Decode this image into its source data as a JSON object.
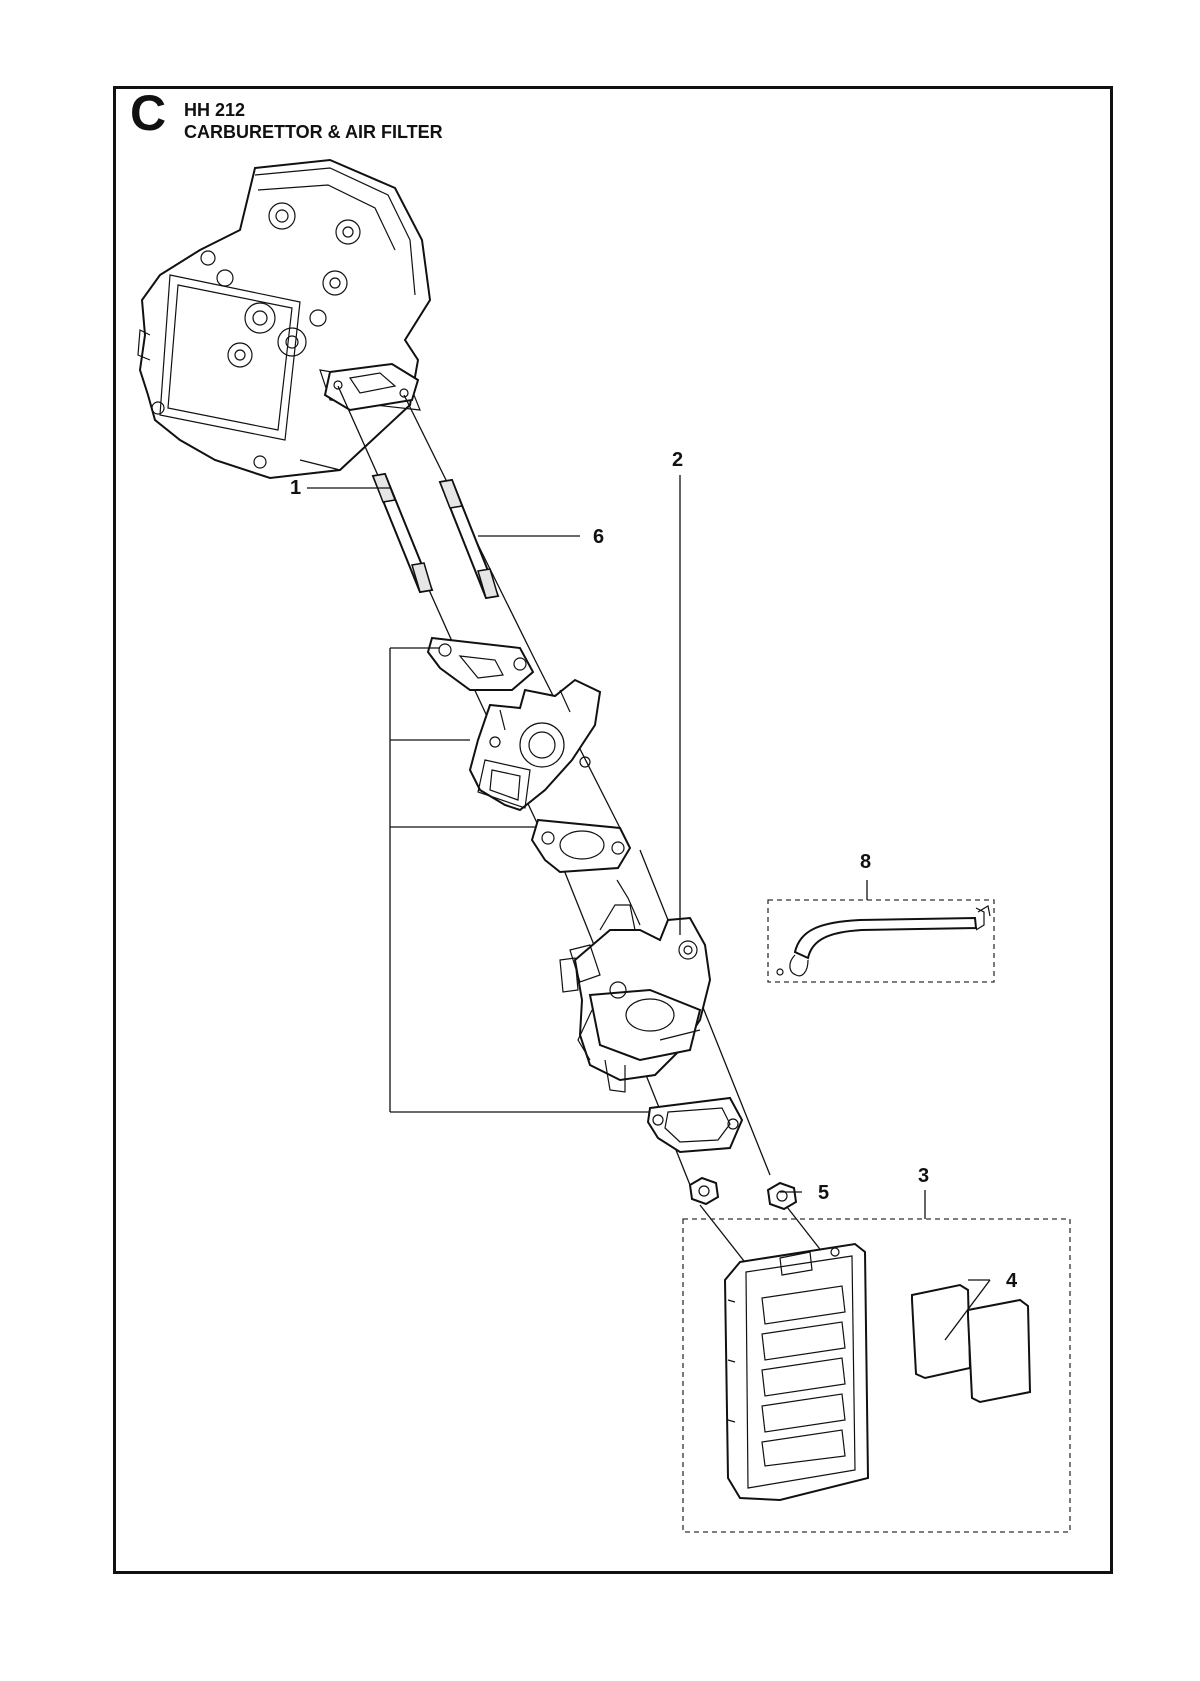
{
  "header": {
    "section_letter": "C",
    "model": "HH 212",
    "title": "CARBURETTOR & AIR FILTER"
  },
  "callouts": [
    {
      "id": "1",
      "label": "1"
    },
    {
      "id": "2",
      "label": "2"
    },
    {
      "id": "3",
      "label": "3"
    },
    {
      "id": "4",
      "label": "4"
    },
    {
      "id": "5",
      "label": "5"
    },
    {
      "id": "6",
      "label": "6"
    },
    {
      "id": "8",
      "label": "8"
    }
  ],
  "parts": [
    {
      "name": "cylinder-head",
      "icon": "engine-head-drawing"
    },
    {
      "name": "studs",
      "icon": "stud-drawing"
    },
    {
      "name": "gasket-kit",
      "icon": "gasket-drawing"
    },
    {
      "name": "insulator-bracket",
      "icon": "bracket-drawing"
    },
    {
      "name": "carburettor",
      "icon": "carburettor-drawing"
    },
    {
      "name": "fuel-hose",
      "icon": "hose-drawing"
    },
    {
      "name": "nuts",
      "icon": "nut-drawing"
    },
    {
      "name": "air-filter-assembly",
      "icon": "air-filter-drawing"
    },
    {
      "name": "filter-elements",
      "icon": "filter-element-drawing"
    }
  ]
}
